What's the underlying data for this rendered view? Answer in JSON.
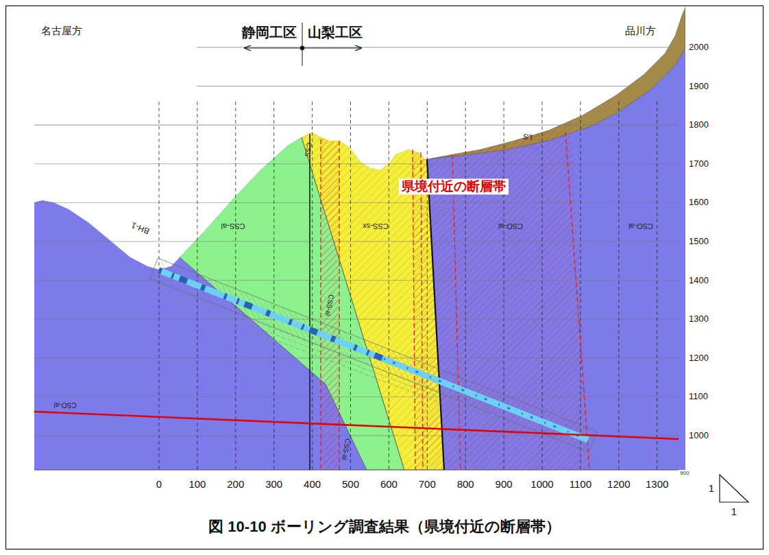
{
  "diagram": {
    "caption": "図 10-10 ボーリング調査結果（県境付近の断層帯）",
    "labels": [
      "名古屋方",
      "品川方",
      "静岡工区",
      "山梨工区",
      "県境付近の断層帯",
      "2000",
      "1900",
      "1800",
      "1700",
      "1600",
      "1500",
      "1400",
      "1300",
      "1200",
      "1100",
      "1000",
      "900",
      "0",
      "100",
      "200",
      "300",
      "400",
      "500",
      "600",
      "700",
      "800",
      "900",
      "1000",
      "1100",
      "1200",
      "1300",
      "BH-1",
      "CSS-al",
      "CSS",
      "CSS-sx",
      "CSO-al",
      "CSO-al",
      "LS",
      "CSS-al",
      "CSS-al",
      "CSO-al",
      "1",
      "1"
    ]
  }
}
